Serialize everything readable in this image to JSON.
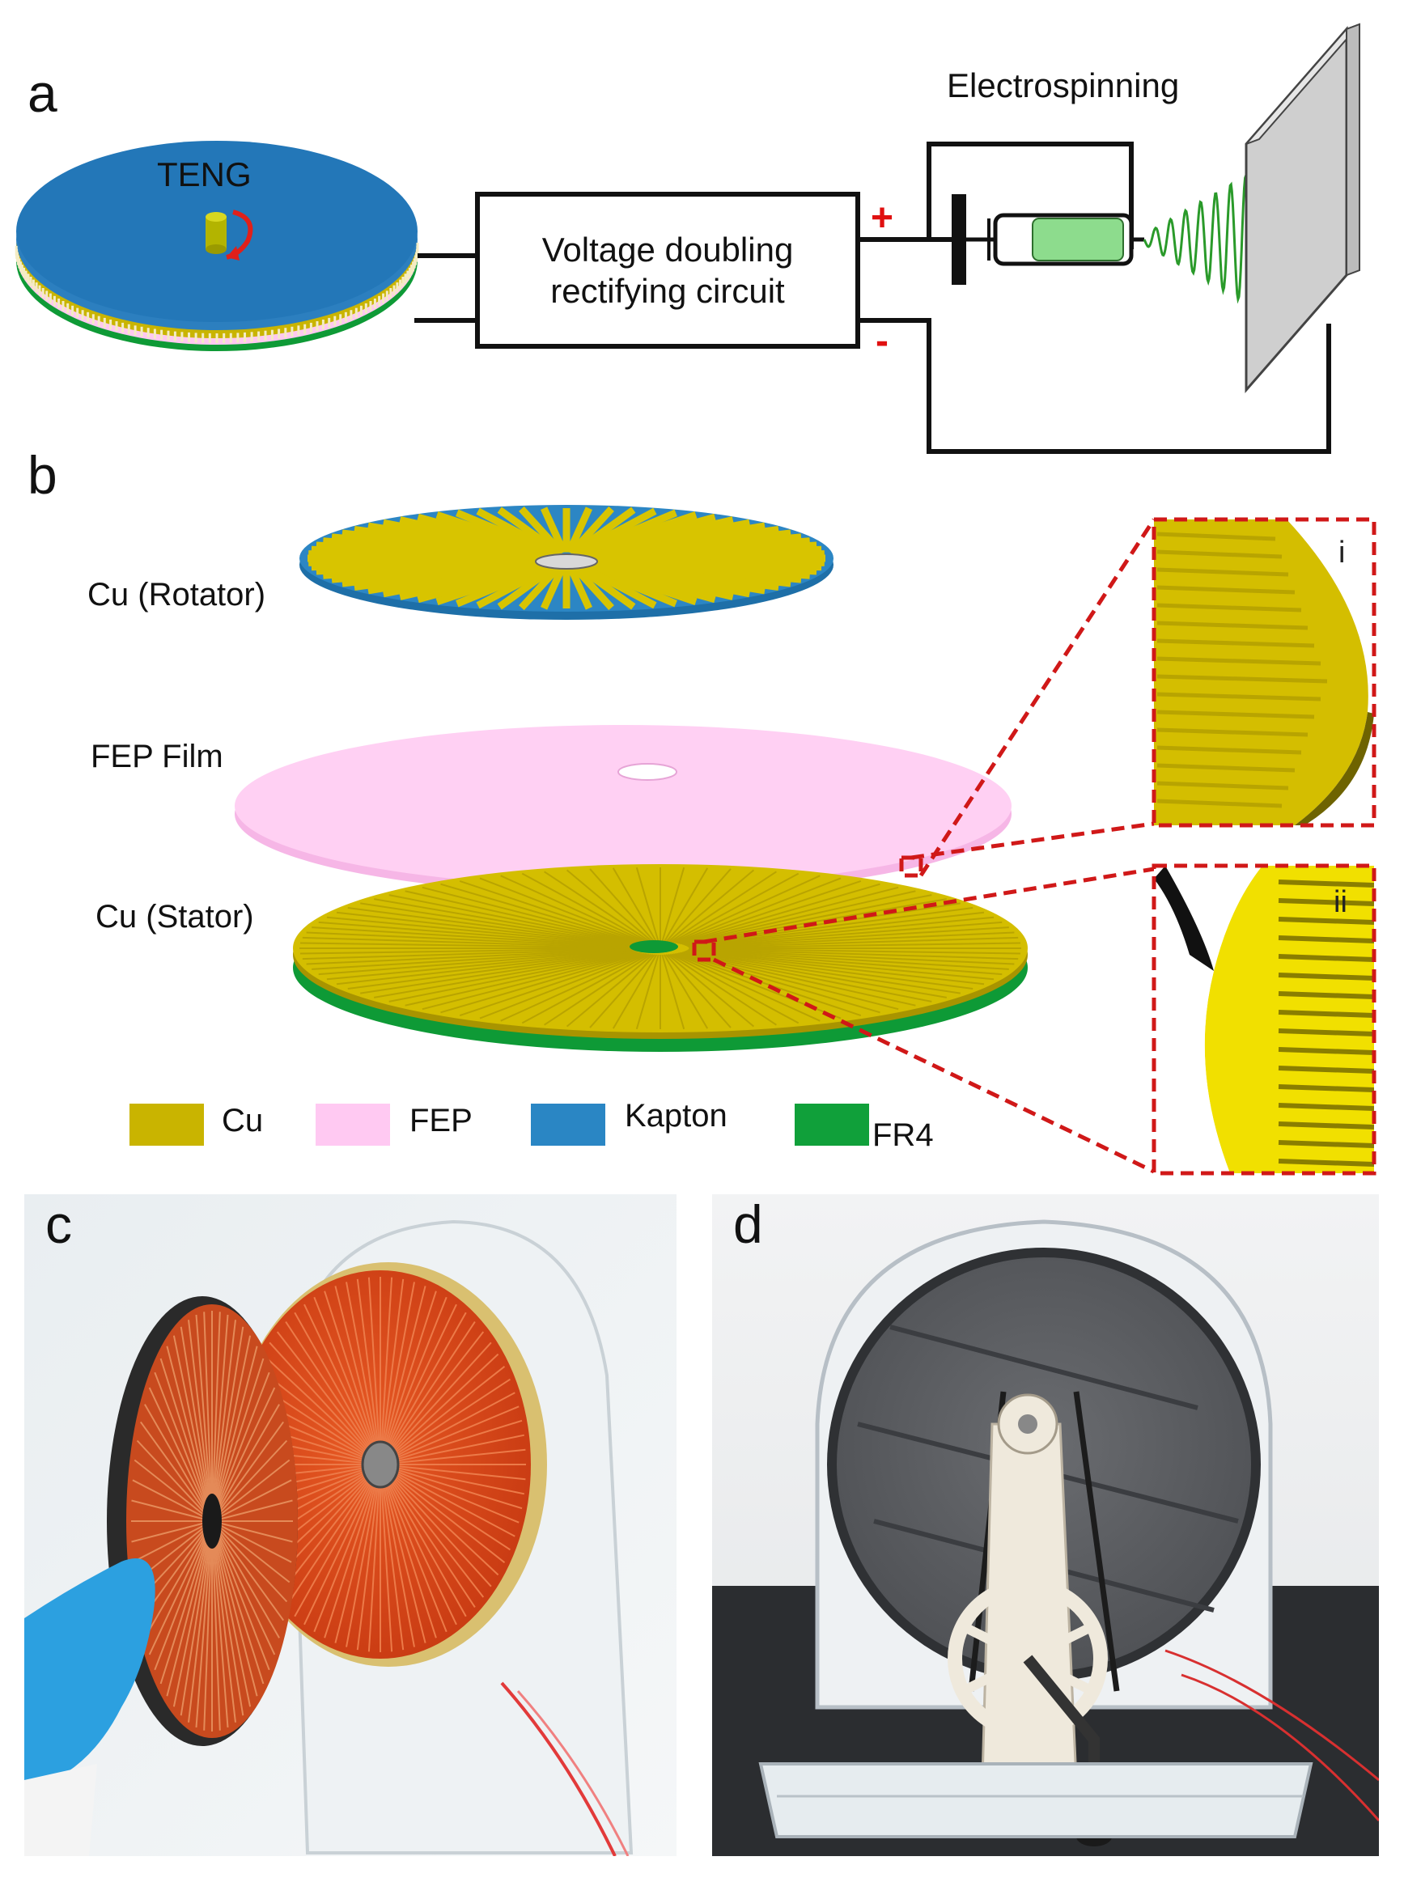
{
  "panels": {
    "a": "a",
    "b": "b",
    "c": "c",
    "d": "d"
  },
  "panel_a": {
    "teng_label": "TENG",
    "circuit_line1": "Voltage doubling",
    "circuit_line2": "rectifying circuit",
    "electrospinning_label": "Electrospinning",
    "plus_sign": "+",
    "minus_sign": "-"
  },
  "panel_b": {
    "rotator_label": "Cu (Rotator)",
    "film_label": "FEP Film",
    "stator_label": "Cu (Stator)",
    "inset_1": "i",
    "inset_2": "ii",
    "legend": [
      {
        "label": "Cu",
        "color": "#c9b400"
      },
      {
        "label": "FEP",
        "color": "#ffc9f2"
      },
      {
        "label": "Kapton",
        "color": "#2a86c4"
      },
      {
        "label": "FR4",
        "color": "#10a03a"
      }
    ]
  },
  "colors": {
    "copper_yellow": "#d4be00",
    "copper_bright": "#f1e000",
    "fep_pink": "#ffc8f1",
    "kapton_blue": "#2c7fbf",
    "fr4_green": "#0e9a36",
    "dash_red": "#d01818",
    "syringe_green": "#8ddc8d",
    "photo_copper": "#d8481c"
  }
}
